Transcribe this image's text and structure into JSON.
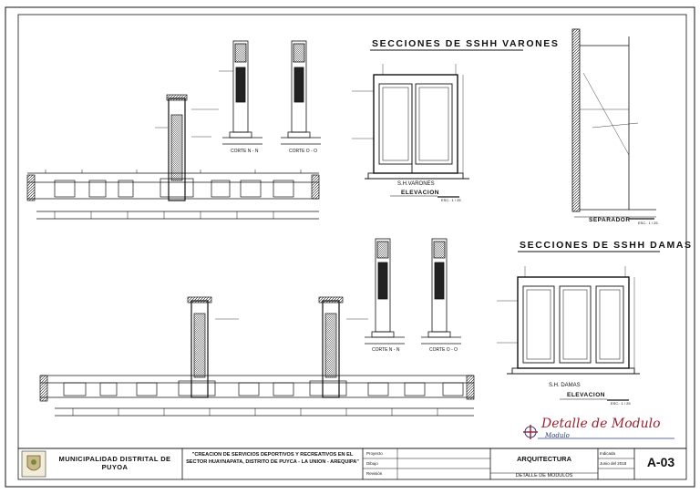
{
  "drawing": {
    "sections_varones_title": "SECCIONES DE SSHH VARONES",
    "sections_damas_title": "SECCIONES DE SSHH DAMAS",
    "varones_caption": "S.H.VARONES",
    "varones_elevation": "ELEVACION",
    "varones_scale": "ESC.: 1 / 25",
    "damas_caption": "S.H. DAMAS",
    "damas_elevation": "ELEVACION",
    "damas_scale": "ESC.: 1 / 25",
    "separador_title": "SEPARADOR",
    "separador_scale": "ESC.: 1 / 25",
    "corte_top_left": "CORTE  N - N",
    "corte_top_right": "CORTE  O - O",
    "corte_mid_left": "CORTE  N - N",
    "corte_mid_right": "CORTE  O - O"
  },
  "stamp": {
    "title": "Detalle de Modulo",
    "subtitle": "Modulo"
  },
  "title_block": {
    "organization": "MUNICIPALIDAD DISTRITAL DE PUYOA",
    "project": "\"CREACION DE SERVICIOS DEPORTIVOS Y RECREATIVOS EN EL SECTOR HUAYNAPATA, DISTRITO DE PUYCA - LA UNION - AREQUIPA\"",
    "roles": [
      "Proyecto",
      "Dibujo",
      "Revisión"
    ],
    "specialty": "ARQUITECTURA",
    "sheet_description": "DETALLE DE MODULOS",
    "scale_label": "Indicada",
    "date": "Junio del 2018",
    "sheet_number": "A-03",
    "colors": {
      "line": "#111111",
      "stamp": "#9b2030",
      "stamp_blue": "#2a3a7a"
    }
  }
}
